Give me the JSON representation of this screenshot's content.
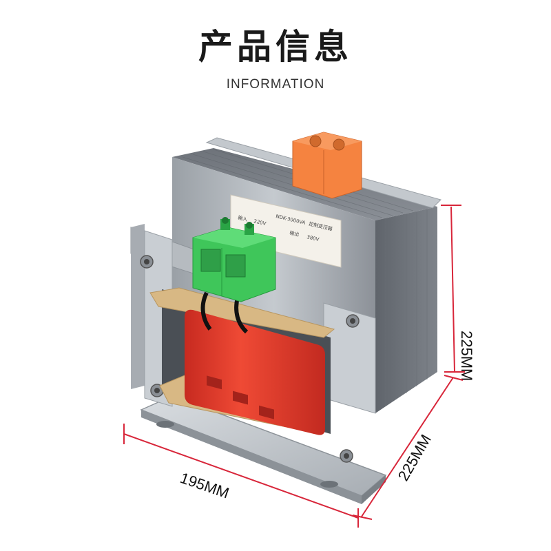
{
  "header": {
    "title": "产品信息",
    "subtitle": "INFORMATION"
  },
  "dimensions": {
    "height": "225MM",
    "depth": "225MM",
    "width": "195MM"
  },
  "nameplate": {
    "model": "NDK-3000VA",
    "name": "控制变压器",
    "input_label": "输入",
    "input_value": "220V",
    "output_label": "输出",
    "output_value": "380V"
  },
  "colors": {
    "dimension_line": "#d8263a",
    "coil": "#e3352a",
    "terminal_green": "#3fc65a",
    "terminal_orange": "#f58340",
    "steel": "#7c8087"
  }
}
